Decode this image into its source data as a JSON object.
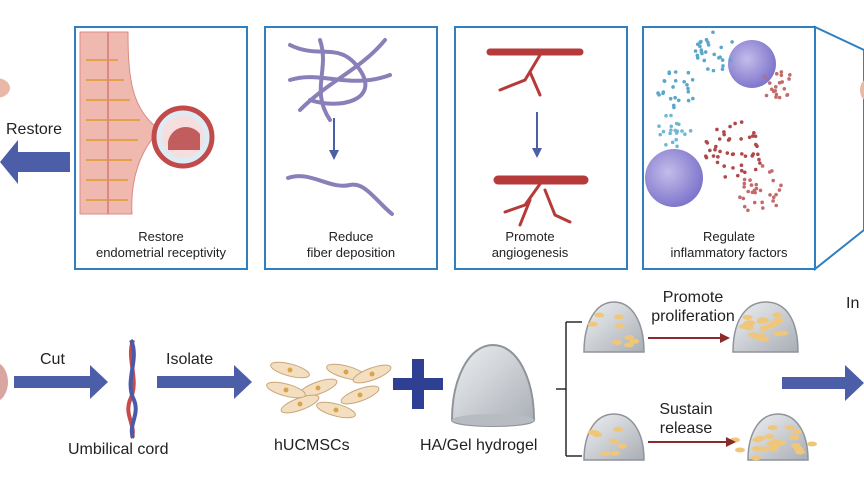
{
  "colors": {
    "panel_border": "#2f7fc1",
    "flow_arrow": "#4c5ea8",
    "plus": "#2f3f94",
    "dark_red": "#8b2a2a",
    "vessel": "#b63a3a",
    "fiber": "#8a7fb8",
    "cell_fill": "#f3dfc0",
    "hydrogel": "#cfd2d6"
  },
  "top_panels": [
    {
      "id": "endometrium",
      "label_line1": "Restore",
      "label_line2": "endometrial receptivity"
    },
    {
      "id": "fiber",
      "label_line1": "Reduce",
      "label_line2": "fiber deposition"
    },
    {
      "id": "angio",
      "label_line1": "Promote",
      "label_line2": "angiogenesis"
    },
    {
      "id": "inflammation",
      "label_line1": "Regulate",
      "label_line2": "inflammatory factors"
    }
  ],
  "top_left_label": "Restore",
  "bottom": {
    "cut_label": "Cut",
    "umbilical_label": "Umbilical cord",
    "isolate_label": "Isolate",
    "cells_label": "hUCMSCs",
    "hydrogel_label": "HA/Gel hydrogel",
    "promote_line1": "Promote",
    "promote_line2": "proliferation",
    "sustain_line1": "Sustain",
    "sustain_line2": "release",
    "right_edge_text": "In"
  }
}
